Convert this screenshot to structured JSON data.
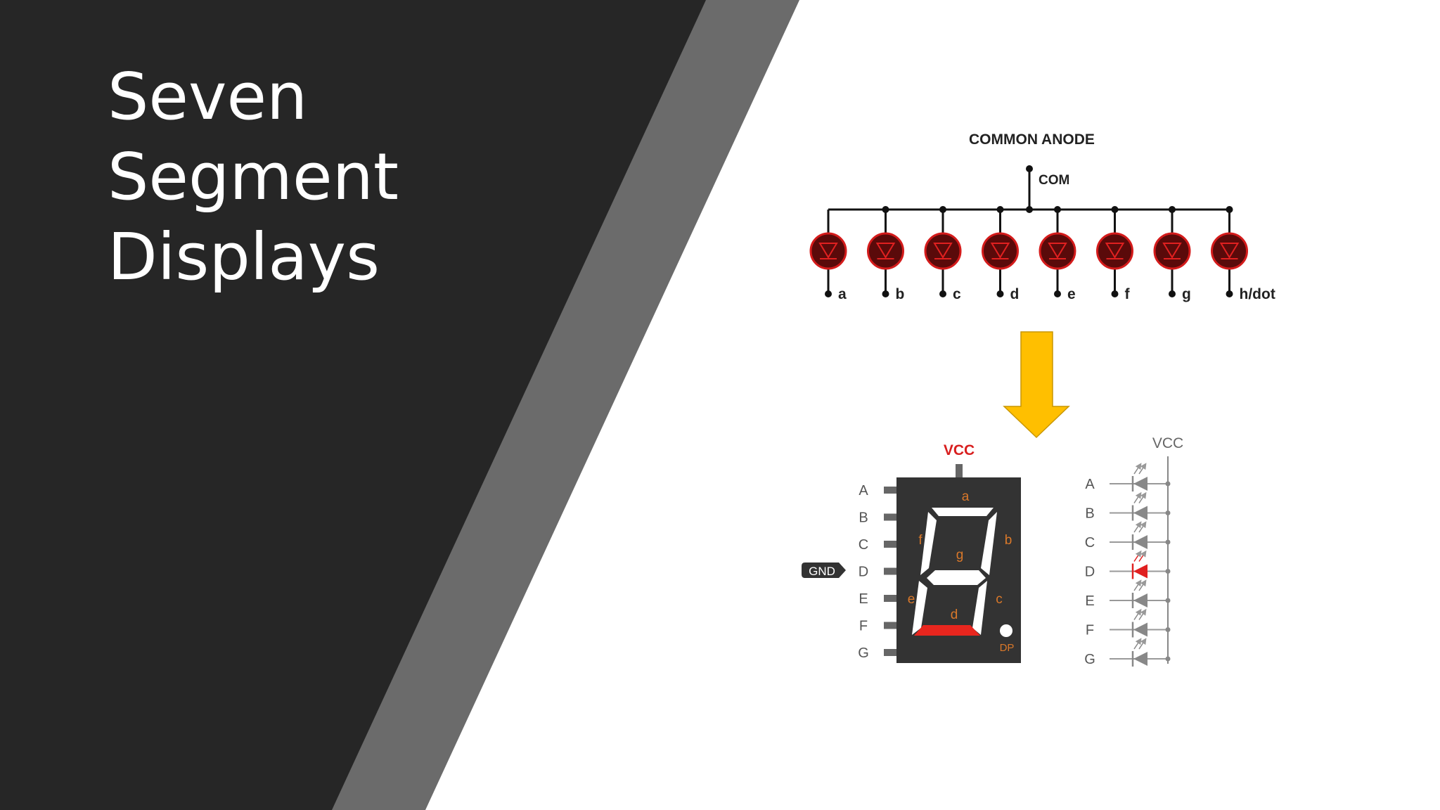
{
  "slide": {
    "title_lines": [
      "Seven",
      "Segment",
      "Displays"
    ],
    "colors": {
      "dark_panel": "#262626",
      "gray_stripe": "#6b6b6b",
      "led_body": "#5a0a0a",
      "led_rim": "#d41b1b",
      "arrow": "#ffbf00",
      "segment_on": "#e8261e",
      "segment_label": "#d9782a",
      "vcc_red": "#d81e1e"
    }
  },
  "schematic": {
    "title": "COMMON ANODE",
    "com_label": "COM",
    "leds": [
      "a",
      "b",
      "c",
      "d",
      "e",
      "f",
      "g",
      "h/dot"
    ]
  },
  "display": {
    "vcc_label": "VCC",
    "gnd_label": "GND",
    "pins": [
      "A",
      "B",
      "C",
      "D",
      "E",
      "F",
      "G"
    ],
    "segments": {
      "a": "a",
      "b": "b",
      "c": "c",
      "d": "d",
      "e": "e",
      "f": "f",
      "g": "g"
    },
    "dp_label": "DP",
    "lit_segment": "d"
  },
  "led_ladder": {
    "vcc_label": "VCC",
    "rows": [
      "A",
      "B",
      "C",
      "D",
      "E",
      "F",
      "G"
    ],
    "lit_row": "D"
  }
}
